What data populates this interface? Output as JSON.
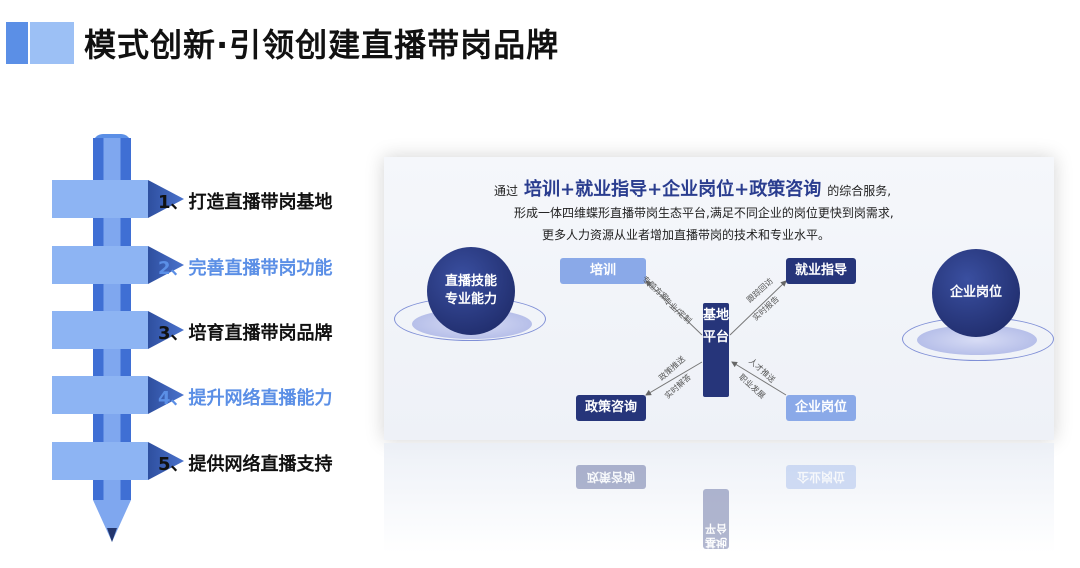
{
  "header": {
    "title": "模式创新·引领创建直播带岗品牌"
  },
  "steps": [
    {
      "label": "1、打造直播带岗基地",
      "style": "dark"
    },
    {
      "label": "2、完善直播带岗功能",
      "style": "light"
    },
    {
      "label": "3、培育直播带岗品牌",
      "style": "dark"
    },
    {
      "label": "4、提升网络直播能力",
      "style": "light"
    },
    {
      "label": "5、提供网络直播支持",
      "style": "dark"
    }
  ],
  "panel": {
    "intro_prefix": "通过",
    "intro_highlight": "培训+就业指导+企业岗位+政策咨询",
    "intro_suffix": "的综合服务,",
    "intro_line2": "形成一体四维蝶形直播带岗生态平台,满足不同企业的岗位更快到岗需求,",
    "intro_line3": "更多人力资源从业者增加直播带岗的技术和专业水平。",
    "left_orb": "直播技能\n专业能力",
    "right_orb": "企业岗位",
    "center_node": "基地平台",
    "nodes": {
      "training": "培训",
      "employment": "就业指导",
      "policy": "政策咨询",
      "enterprise": "企业岗位"
    },
    "tags": {
      "t1": "专题方案",
      "t2": "专业/定制",
      "t3": "跟踪回访",
      "t4": "实时报告",
      "t5": "政策推送",
      "t6": "实时解答",
      "t7": "人才推送",
      "t8": "职业发展"
    },
    "reflection": {
      "left": "政策咨询",
      "right": "企业岗位",
      "center": "基地平台"
    }
  },
  "colors": {
    "accent_dark": "#26357a",
    "accent_light": "#8aa9e8",
    "step_light": "#5b8fe6"
  }
}
